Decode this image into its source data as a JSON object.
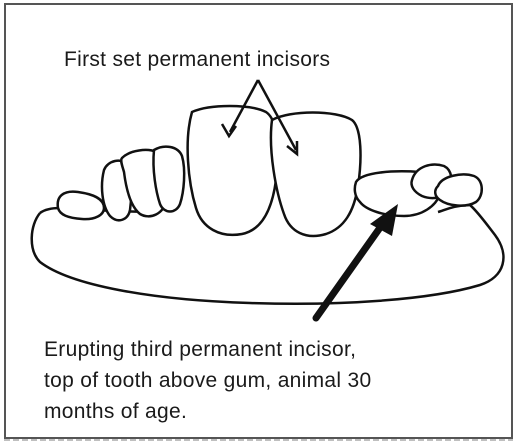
{
  "labels": {
    "top": "First set permanent incisors",
    "bottom_lines": [
      "Erupting third permanent incisor,",
      "top of tooth above gum, animal 30",
      "months of age."
    ]
  },
  "colors": {
    "stroke": "#111111",
    "frame": "#555555",
    "background": "#ffffff"
  }
}
